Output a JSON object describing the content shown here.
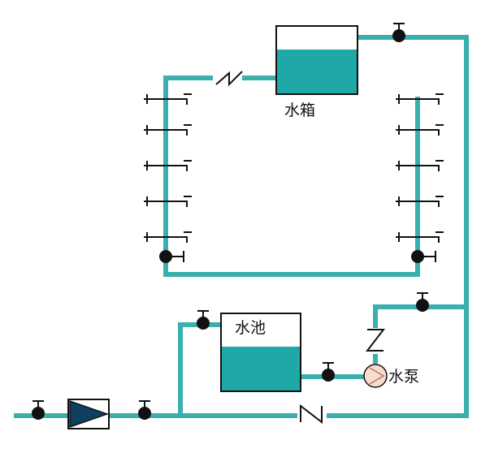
{
  "labels": {
    "water_tank": "水箱",
    "water_pool": "水池",
    "water_pump": "水泵"
  },
  "colors": {
    "pipe": "#39b0ad",
    "water": "#1fa8a8",
    "symbol": "#111111",
    "pump_fill": "#f7ddd0"
  }
}
